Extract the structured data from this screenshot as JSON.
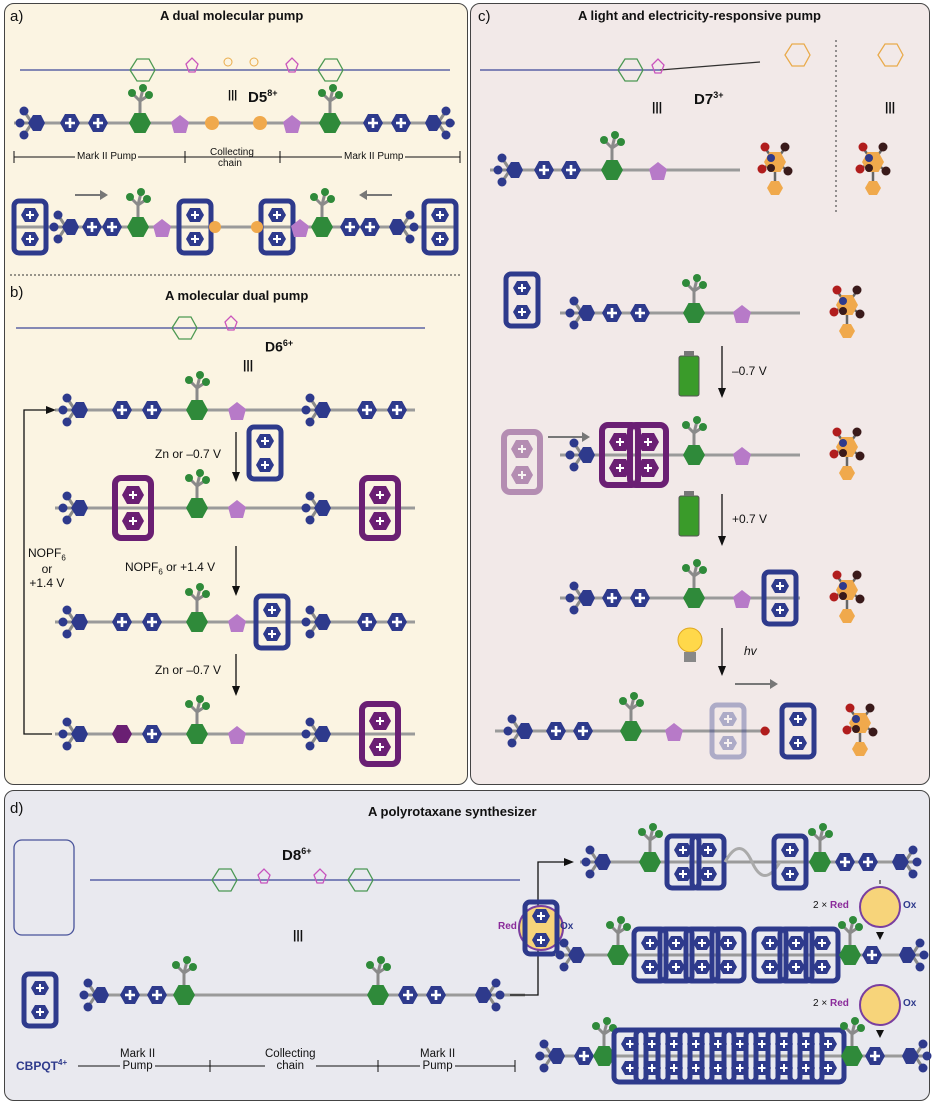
{
  "panels": {
    "a": {
      "letter": "a)",
      "title": "A dual molecular pump",
      "compound": "D5",
      "compound_charge": "8+",
      "eq": "|||",
      "seg_left": "Mark II Pump",
      "seg_mid_1": "Collecting",
      "seg_mid_2": "chain",
      "seg_right": "Mark II Pump"
    },
    "b": {
      "letter": "b)",
      "title": "A molecular dual pump",
      "compound": "D6",
      "compound_charge": "6+",
      "eq": "|||",
      "step1": "Zn or –0.7 V",
      "step2_a": "NOPF",
      "step2_sub": "6",
      "step2_b": " or +1.4 V",
      "step3": "Zn or –0.7 V",
      "loop_a": "NOPF",
      "loop_sub": "6",
      "loop_or": "or",
      "loop_v": "+1.4 V"
    },
    "c": {
      "letter": "c)",
      "title": "A light and electricity-responsive pump",
      "compound": "D7",
      "compound_charge": "3+",
      "eq": "|||",
      "eq2": "|||",
      "step1": "–0.7 V",
      "step2": "+0.7 V",
      "step3": "hv"
    },
    "d": {
      "letter": "d)",
      "title": "A polyrotaxane synthesizer",
      "compound": "D8",
      "compound_charge": "6+",
      "eq": "|||",
      "ring_name": "CBPQT",
      "ring_charge": "4+",
      "seg_left_1": "Mark II",
      "seg_left_2": "Pump",
      "seg_mid_1": "Collecting",
      "seg_mid_2": "chain",
      "seg_right_1": "Mark II",
      "seg_right_2": "Pump",
      "red": "Red",
      "ox": "Ox",
      "times1": "2",
      "times2": "2",
      "x": "×"
    }
  },
  "colors": {
    "panel_ab_bg": "#fbf4e2",
    "panel_c_bg": "#f2e9e8",
    "panel_d_bg": "#e9e9ef",
    "navy": "#2e3a8c",
    "green": "#2f8a3a",
    "lilac": "#b77ac8",
    "orange": "#f0a94c",
    "purple": "#6a1f73",
    "red": "#b11d1d",
    "gray": "#9a9a9a"
  }
}
